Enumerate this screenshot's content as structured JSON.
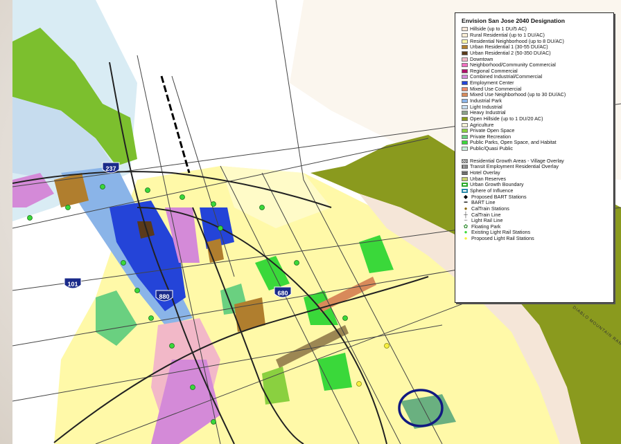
{
  "legend": {
    "title": "Envision San Jose 2040 Designation",
    "land_use": [
      {
        "label": "Hillside (up to 1 DU/5 AC)",
        "color": "#f5e6d8"
      },
      {
        "label": "Rural Residential (up to 1 DU/AC)",
        "color": "#fbeed7"
      },
      {
        "label": "Residential Neighborhood (up to 8 DU/AC)",
        "color": "#fff9a8"
      },
      {
        "label": "Urban Residential 1 (30-55 DU/AC)",
        "color": "#b07e2e"
      },
      {
        "label": "Urban Residential 2 (50-350 DU/AC)",
        "color": "#5a3a1a"
      },
      {
        "label": "Downtown",
        "color": "#f2b8c8"
      },
      {
        "label": "Neighborhood/Community Commercial",
        "color": "#f070c0"
      },
      {
        "label": "Regional Commercial",
        "color": "#b0106a"
      },
      {
        "label": "Combined Industrial/Commercial",
        "color": "#d48ad8"
      },
      {
        "label": "Employment Center",
        "color": "#2444d8"
      },
      {
        "label": "Mixed Use Commercial",
        "color": "#f08a6a"
      },
      {
        "label": "Mixed Use Neighborhood (up to 30 DU/AC)",
        "color": "#d88a5a"
      },
      {
        "label": "Industrial Park",
        "color": "#8ab4e8"
      },
      {
        "label": "Light Industrial",
        "color": "#c6dcee"
      },
      {
        "label": "Heavy Industrial",
        "color": "#8aa08a"
      },
      {
        "label": "Open Hillside (up to 1 DU/20 AC)",
        "color": "#8a9a1e"
      },
      {
        "label": "Agriculture",
        "color": "#f6f2d8"
      },
      {
        "label": "Private Open Space",
        "color": "#8ad040"
      },
      {
        "label": "Private Recreation",
        "color": "#6ad080"
      },
      {
        "label": "Public Parks, Open Space, and Habitat",
        "color": "#3ad83a"
      },
      {
        "label": "Public/Quasi Public",
        "color": "#c8eedc"
      }
    ],
    "overlays": [
      {
        "label": "Residential Growth Areas - Village Overlay",
        "style": "hatch"
      },
      {
        "label": "Transit Employment Residential Overlay",
        "style": "hatch2"
      },
      {
        "label": "Hotel Overlay",
        "style": "hatch3"
      },
      {
        "label": "Urban Reserves",
        "style": "reserve"
      },
      {
        "label": "Urban Growth Boundary",
        "style": "ugb"
      },
      {
        "label": "Sphere of Influence",
        "style": "soi"
      }
    ],
    "transit": [
      {
        "label": "Proposed BART Stations",
        "symbol": "◆"
      },
      {
        "label": "BART Line",
        "symbol": "━"
      },
      {
        "label": "CalTrain Stations",
        "symbol": "●"
      },
      {
        "label": "CalTrain Line",
        "symbol": "┼"
      },
      {
        "label": "Light Rail Line",
        "symbol": "┈"
      },
      {
        "label": "Floating Park",
        "symbol": "✿"
      },
      {
        "label": "Existing Light Rail Stations",
        "symbol": "●"
      },
      {
        "label": "Proposed Light Rail Stations",
        "symbol": "●"
      }
    ]
  },
  "highway_shields": [
    {
      "label": "237"
    },
    {
      "label": "101"
    },
    {
      "label": "880"
    },
    {
      "label": "680"
    }
  ],
  "map_labels": {
    "diablo": "DIABLO MOUNTAIN RANGE"
  },
  "colors": {
    "hillside_green": "#8a9a1e",
    "residential_yellow": "#fff9a8",
    "employment_blue": "#2444d8",
    "industrial_park_blue": "#8ab4e8",
    "highlight_circle": "#121a80"
  }
}
